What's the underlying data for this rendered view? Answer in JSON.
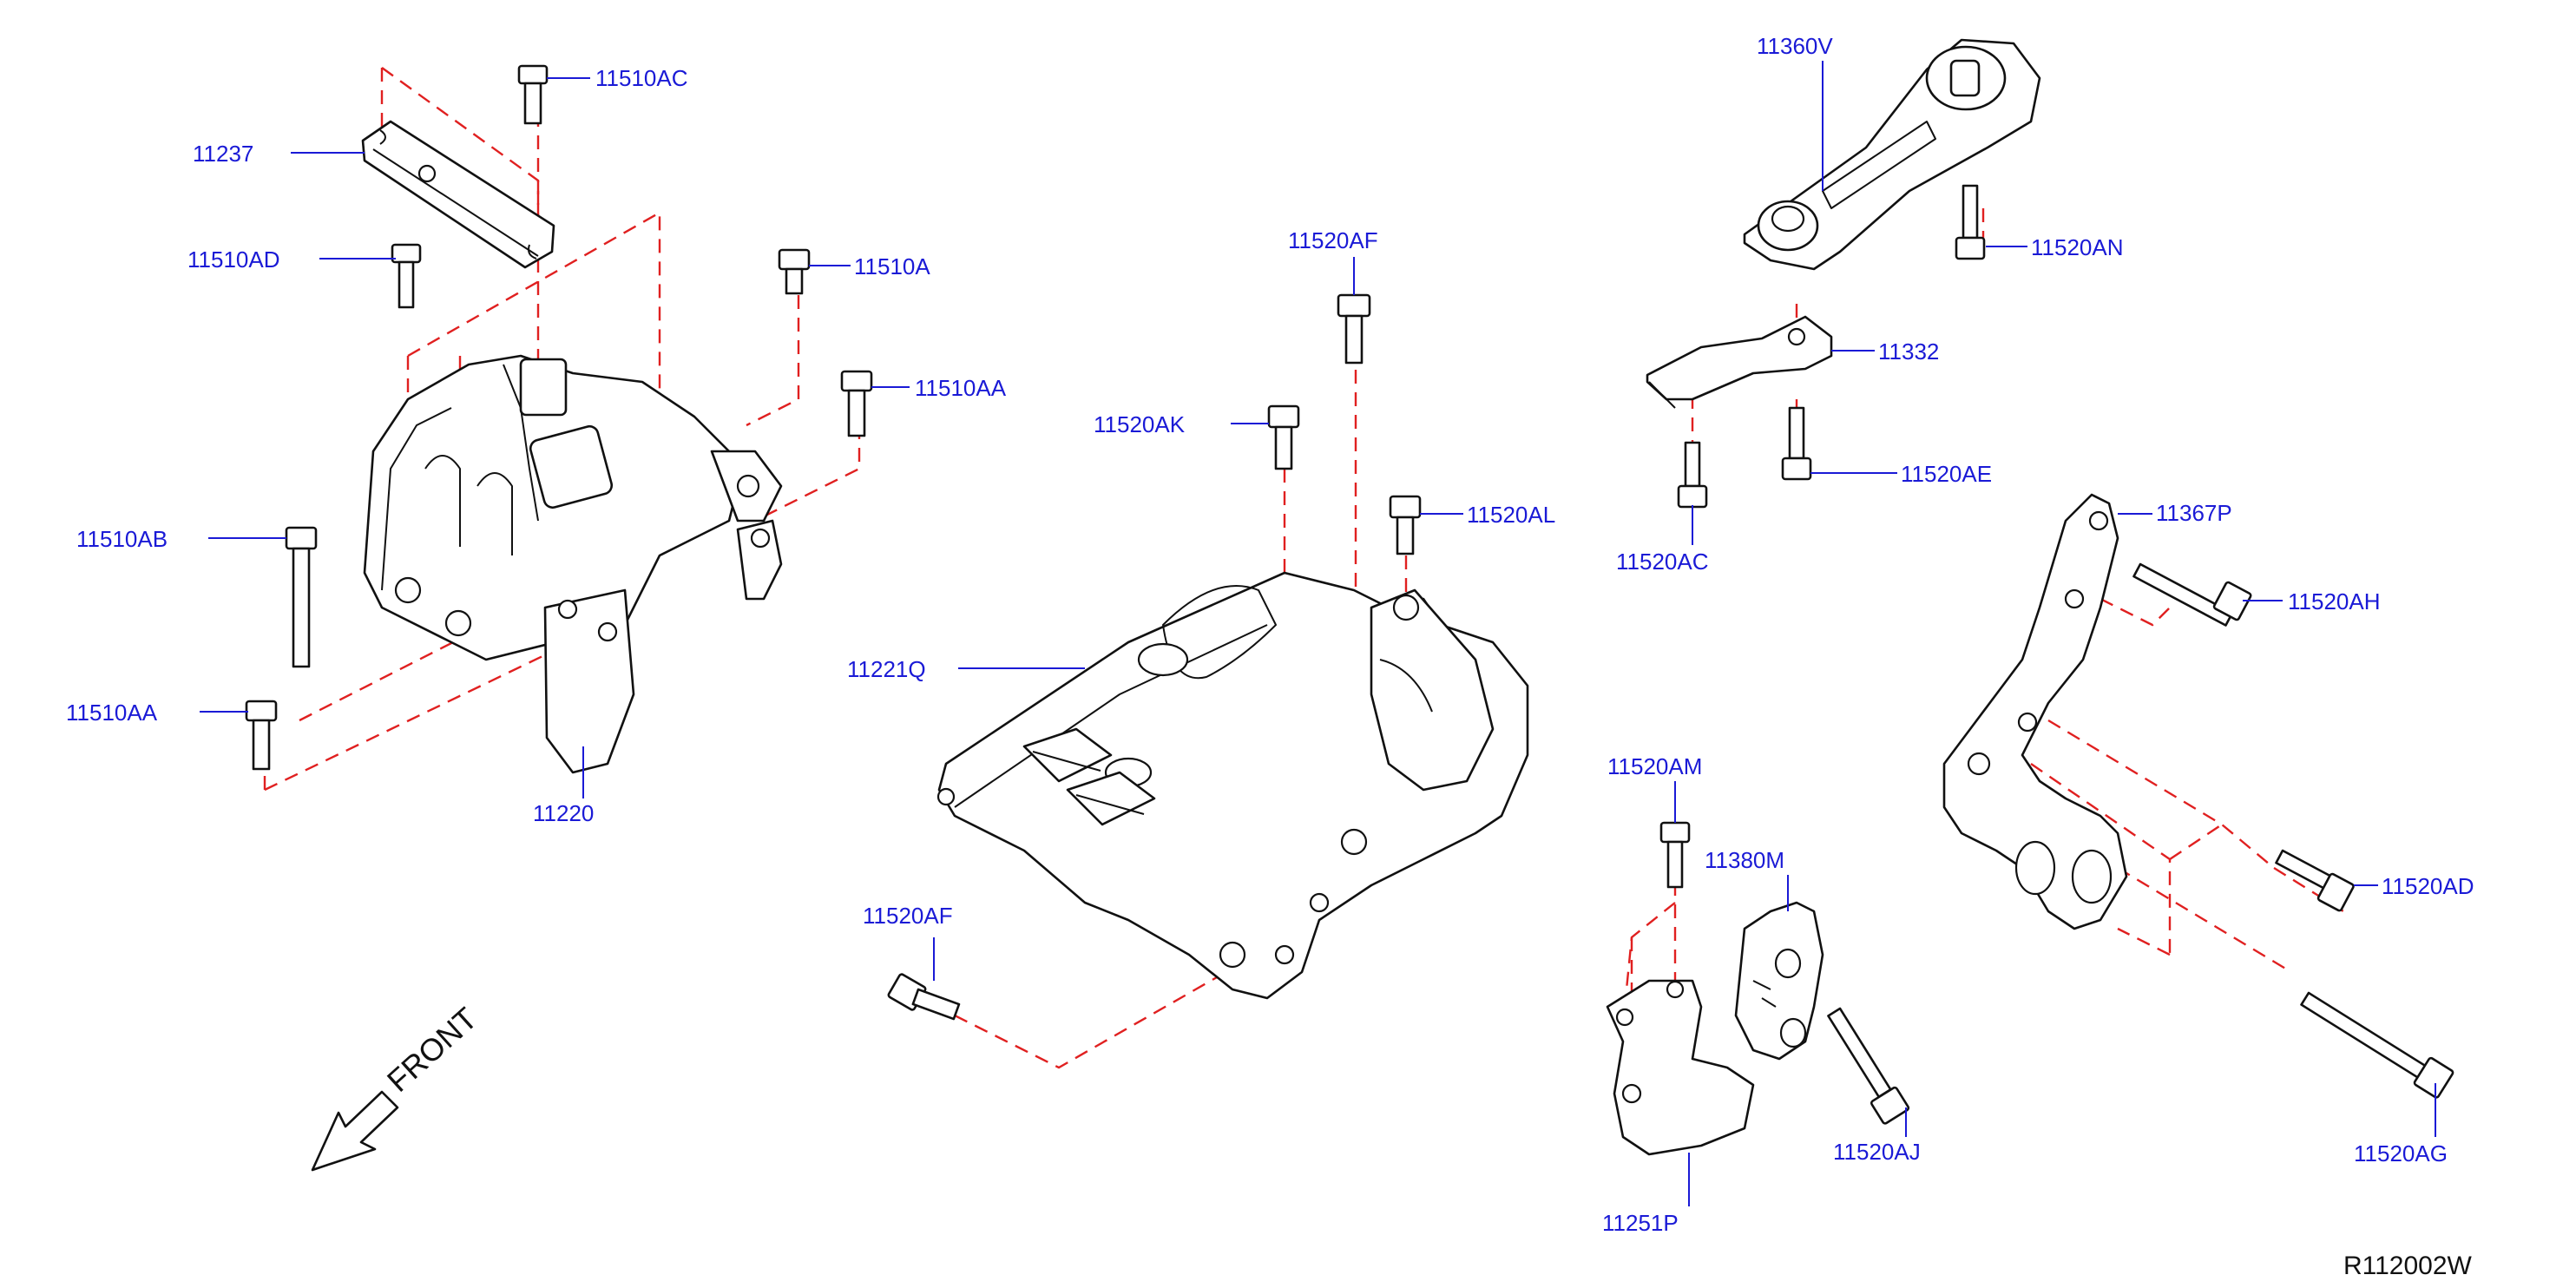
{
  "diagram_id": "R112002W",
  "front_label": "FRONT",
  "labels": {
    "p11237": "11237",
    "p11510AC": "11510AC",
    "p11510AD": "11510AD",
    "p11510A": "11510A",
    "p11510AA_top": "11510AA",
    "p11510AB": "11510AB",
    "p11510AA_bottom": "11510AA",
    "p11220": "11220",
    "p11520AF_top": "11520AF",
    "p11520AK": "11520AK",
    "p11520AL": "11520AL",
    "p11221Q": "11221Q",
    "p11520AF_bottom": "11520AF",
    "p11360V": "11360V",
    "p11520AN": "11520AN",
    "p11332": "11332",
    "p11520AE": "11520AE",
    "p11520AC": "11520AC",
    "p11367P": "11367P",
    "p11520AH": "11520AH",
    "p11520AM": "11520AM",
    "p11380M": "11380M",
    "p11520AD": "11520AD",
    "p11520AJ": "11520AJ",
    "p11520AG": "11520AG",
    "p11251P": "11251P"
  },
  "colors": {
    "label_blue": "#1a1ad6",
    "dashed_red": "#e02020",
    "outline_black": "#111111",
    "background": "#ffffff"
  }
}
